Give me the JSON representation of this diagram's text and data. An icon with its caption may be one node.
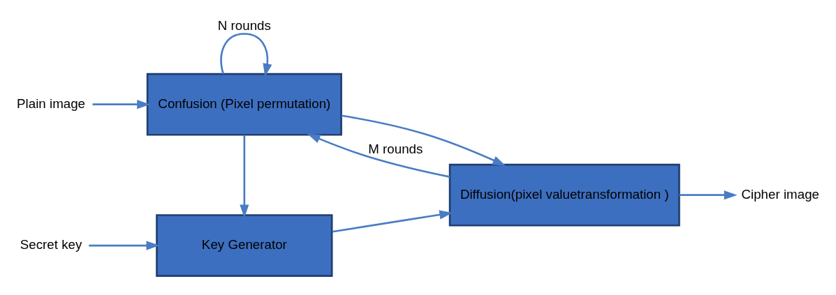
{
  "diagram": {
    "nodes": [
      {
        "text": [
          "Plain image"
        ]
      },
      {
        "text": [
          "Confusion (Pixel permutation)"
        ]
      },
      {
        "text": [
          "Diffusion(pixel valuetransformation )"
        ]
      },
      {
        "text": [
          "Cipher image"
        ]
      },
      {
        "text": [
          "Key Generator"
        ]
      },
      {
        "text": [
          "Secret key"
        ]
      }
    ],
    "edges": [
      {
        "from": 0,
        "to": 1,
        "arrow": "to"
      },
      {
        "from": 1,
        "to": 2,
        "arrow": "to"
      },
      {
        "from": 2,
        "to": 3,
        "arrow": "to"
      },
      {
        "from": 1,
        "to": 4,
        "arrow": "to"
      },
      {
        "from": 4,
        "to": 2,
        "arrow": "to"
      },
      {
        "from": 5,
        "to": 4,
        "arrow": "to"
      },
      {
        "from": 1,
        "to": 1,
        "arrow": "to",
        "label": "N rounds"
      },
      {
        "from": 2,
        "to": 1,
        "arrow": "to",
        "label": "M rounds"
      }
    ]
  }
}
